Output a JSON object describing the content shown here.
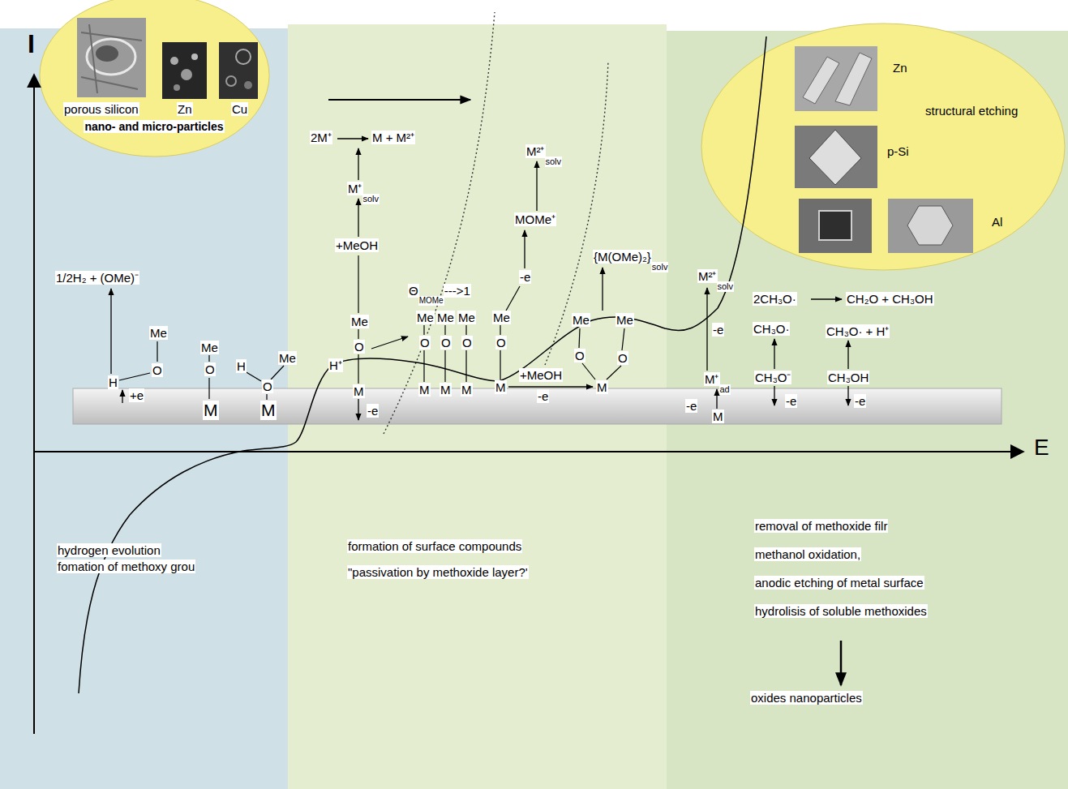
{
  "diagram": {
    "nodes": [
      {
        "text": [
          "hydrogen evolution",
          "fomation of methoxy grou"
        ]
      },
      {
        "text": [
          "formation of surface compounds",
          "\"passivation by methoxide layer?'"
        ]
      },
      {
        "text": [
          "removal of methoxide filr",
          "methanol oxidation,",
          "anodic etching of metal surface",
          "hydrolisis of soluble methoxides",
          "oxides nanoparticles"
        ]
      },
      {
        "text": [
          "porous silicon",
          "Zn",
          "Cu",
          "nano- and micro-particles"
        ]
      },
      {
        "text": [
          "Zn",
          "structural etching",
          "p-Si",
          "Al"
        ]
      }
    ],
    "labels": [
      "I",
      "E",
      "2M⁺",
      "M + M²⁺",
      "M⁺",
      "solv",
      "+MeOH",
      "M²⁺",
      "solv",
      "MOMe⁺",
      "-e",
      "{M(OMe)₂}",
      "solv",
      "1/2H₂ + (OMe)⁻",
      "Θ",
      "MOMe",
      "--->1",
      "M²⁺",
      "solv",
      "2CH₃O·",
      "CH₂O + CH₃OH",
      "Me",
      "O",
      "H",
      "+e",
      "Me",
      "O",
      "M",
      "H",
      "Me",
      "O",
      "M",
      "H⁺",
      "Me",
      "O",
      "M",
      "-e",
      "Me",
      "Me",
      "Me",
      "O",
      "O",
      "O",
      "M",
      "M",
      "M",
      "Me",
      "O",
      "M",
      "+MeOH",
      "-e",
      "Me",
      "Me",
      "O",
      "O",
      "M",
      "M⁺",
      "ad",
      "-e",
      "-e",
      "M",
      "CH₃O·",
      "CH₃O⁻",
      "-e",
      "CH₃O· + H⁺",
      "CH₃OH",
      "-e"
    ]
  }
}
